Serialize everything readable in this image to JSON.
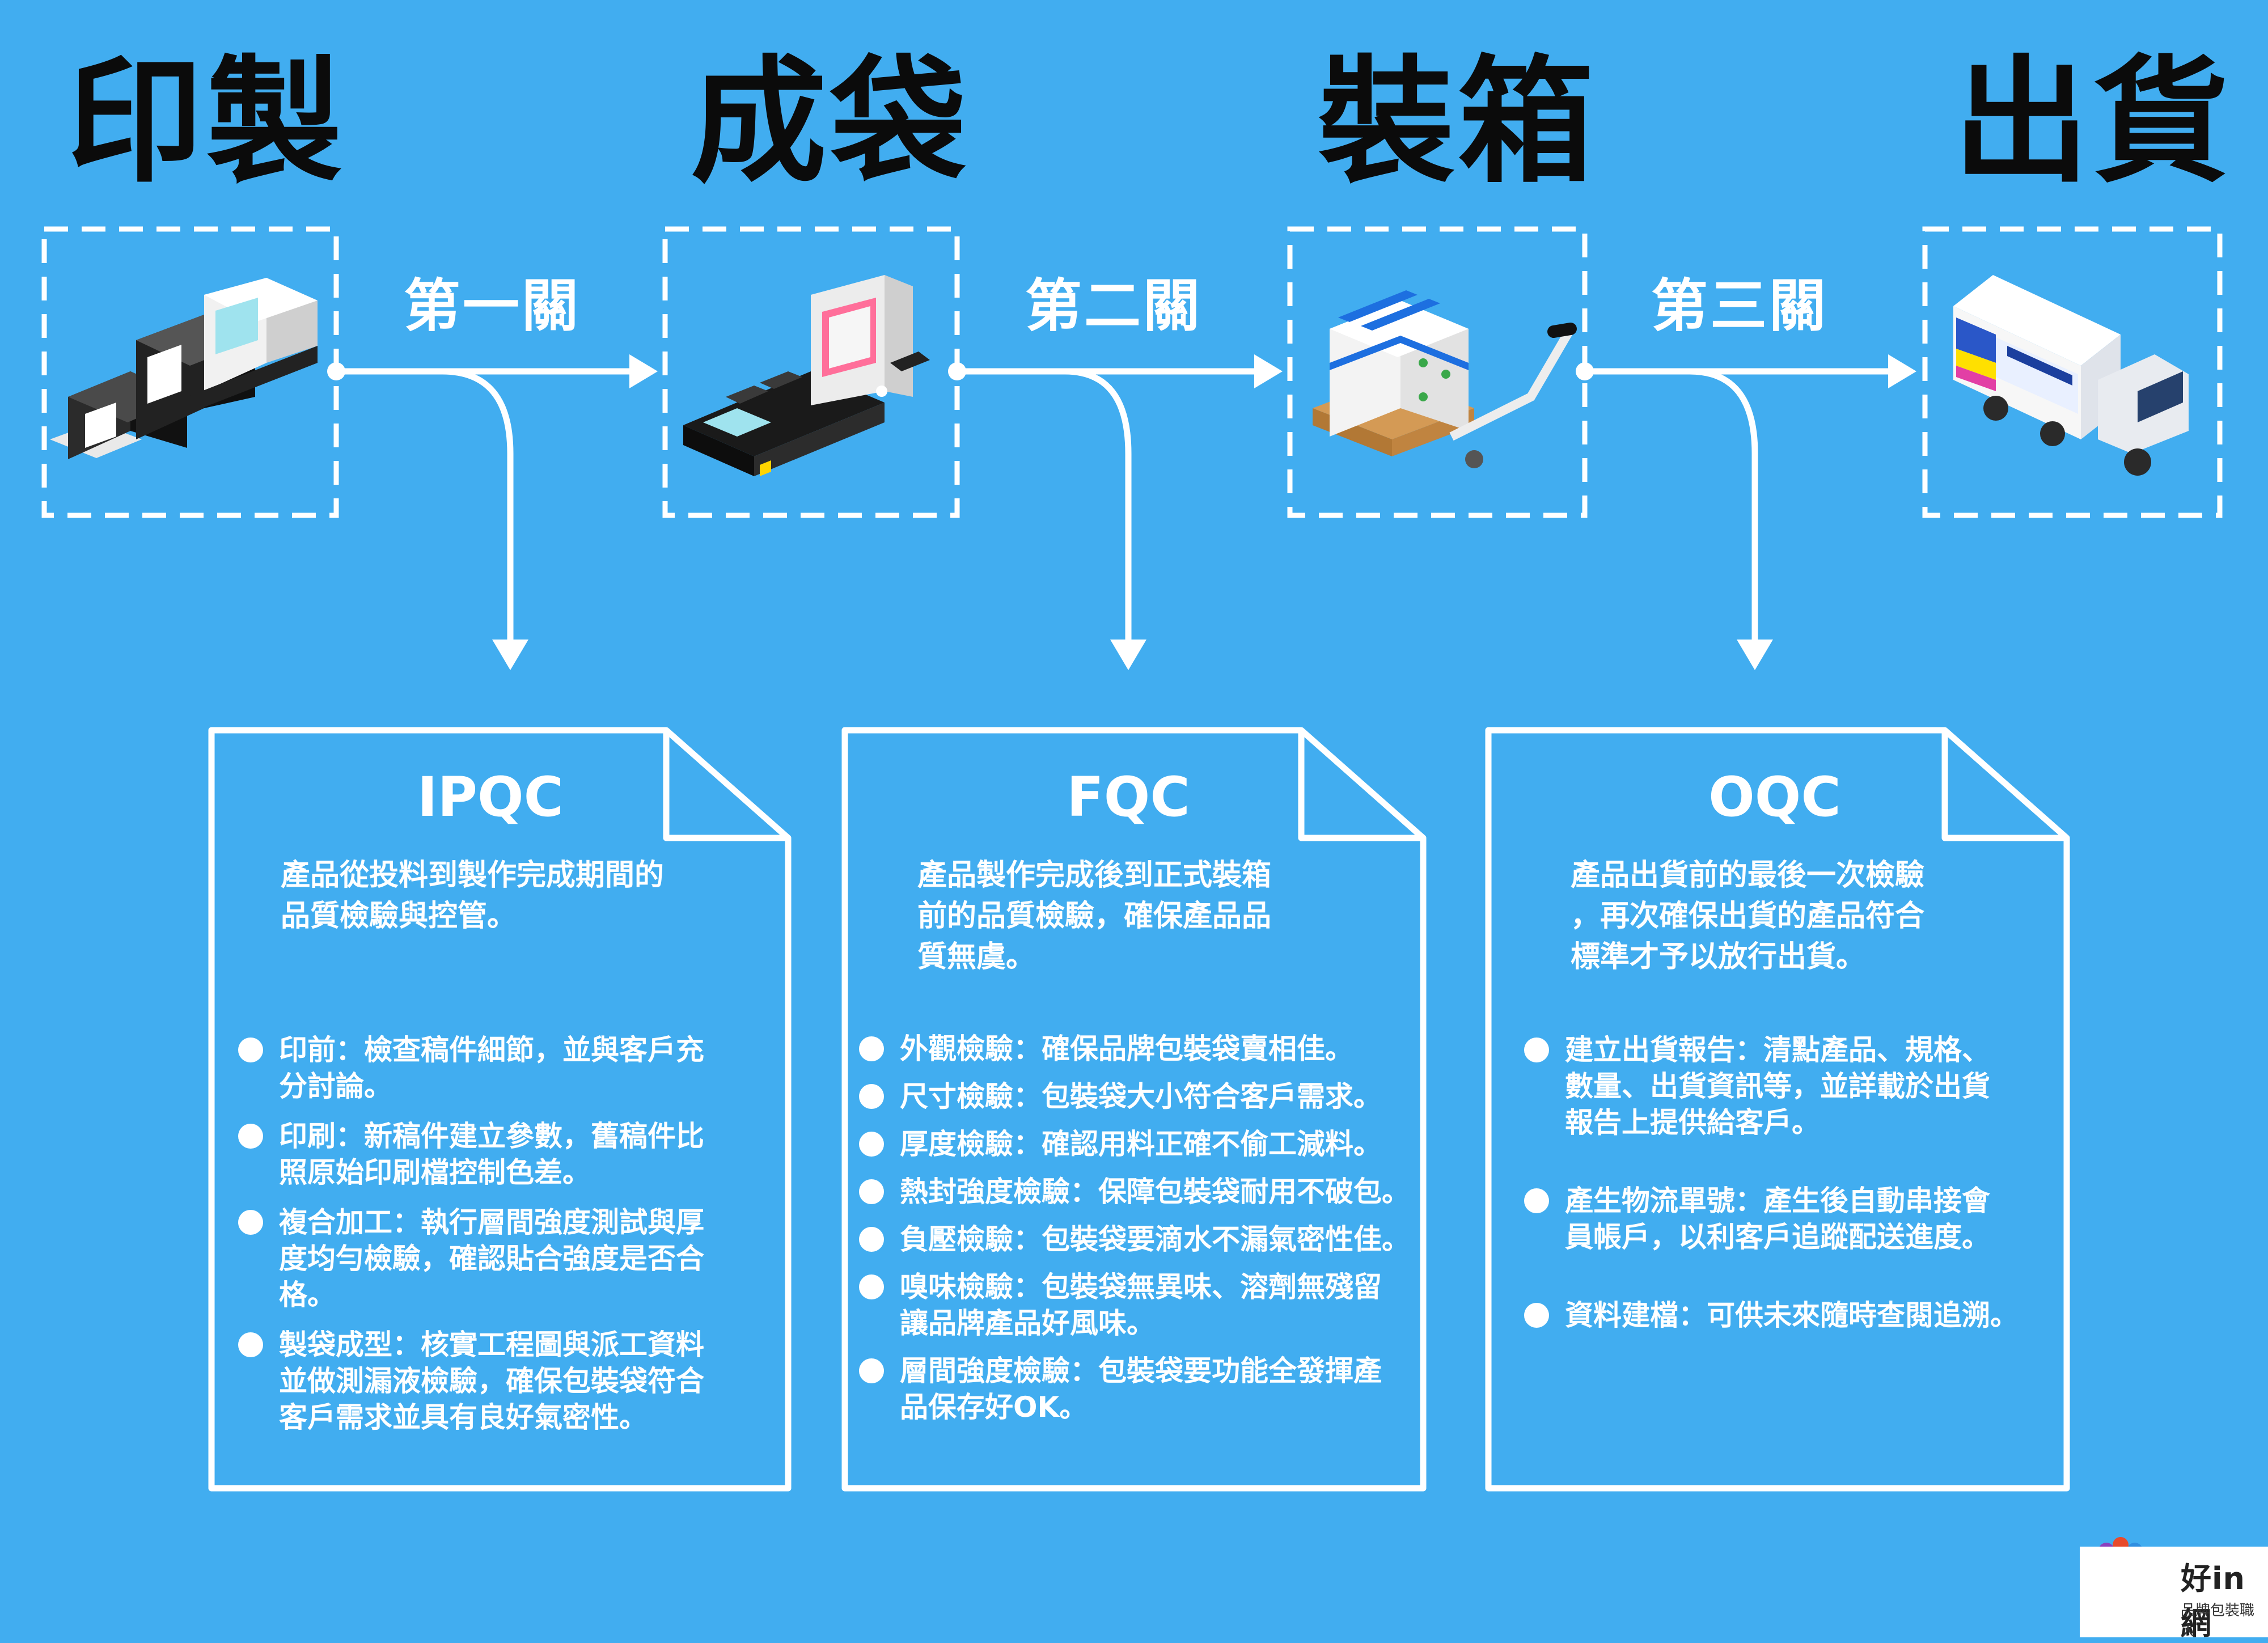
{
  "stages": [
    {
      "title": "印製",
      "icon": "printing-press-icon"
    },
    {
      "title": "成袋",
      "icon": "bag-making-machine-icon"
    },
    {
      "title": "裝箱",
      "icon": "boxed-pallet-icon"
    },
    {
      "title": "出貨",
      "icon": "delivery-truck-icon"
    }
  ],
  "gates": [
    "第一關",
    "第二關",
    "第三關"
  ],
  "qc_docs": [
    {
      "heading": "IPQC",
      "description": [
        "產品從投料到製作完成期間的",
        "品質檢驗與控管。"
      ],
      "items": [
        [
          "印前：檢查稿件細節，並與客戶充",
          "分討論。"
        ],
        [
          "印刷：新稿件建立參數，舊稿件比",
          "照原始印刷檔控制色差。"
        ],
        [
          "複合加工：執行層間強度測試與厚",
          "度均勻檢驗，確認貼合強度是否合",
          "格。"
        ],
        [
          "製袋成型：核實工程圖與派工資料",
          "並做測漏液檢驗，確保包裝袋符合",
          "客戶需求並具有良好氣密性。"
        ]
      ]
    },
    {
      "heading": "FQC",
      "description": [
        "產品製作完成後到正式裝箱",
        "前的品質檢驗，確保產品品",
        "質無虞。"
      ],
      "items": [
        [
          "外觀檢驗：確保品牌包裝袋賣相佳。"
        ],
        [
          "尺寸檢驗：包裝袋大小符合客戶需求。"
        ],
        [
          "厚度檢驗：確認用料正確不偷工減料。"
        ],
        [
          "熱封強度檢驗：保障包裝袋耐用不破包。"
        ],
        [
          "負壓檢驗：包裝袋要滴水不漏氣密性佳。"
        ],
        [
          "嗅味檢驗：包裝袋無異味、溶劑無殘留",
          "讓品牌產品好風味。"
        ],
        [
          "層間強度檢驗：包裝袋要功能全發揮產",
          "品保存好OK。"
        ]
      ]
    },
    {
      "heading": "OQC",
      "description": [
        "產品出貨前的最後一次檢驗",
        "，再次確保出貨的產品符合",
        "標準才予以放行出貨。"
      ],
      "items": [
        [
          "建立出貨報告：清點產品、規格、",
          "數量、出貨資訊等，並詳載於出貨",
          "報告上提供給客戶。"
        ],
        [
          "產生物流單號：產生後自動串接會",
          "員帳戶，以利客戶追蹤配送進度。"
        ],
        [
          "資料建檔：可供未來隨時查閱追溯。"
        ]
      ]
    }
  ],
  "logo": {
    "name": "好in網",
    "tagline": "品牌包裝職人"
  },
  "colors": {
    "background": "#41adf0",
    "line": "#ffffff",
    "title": "#0b0b0b"
  }
}
